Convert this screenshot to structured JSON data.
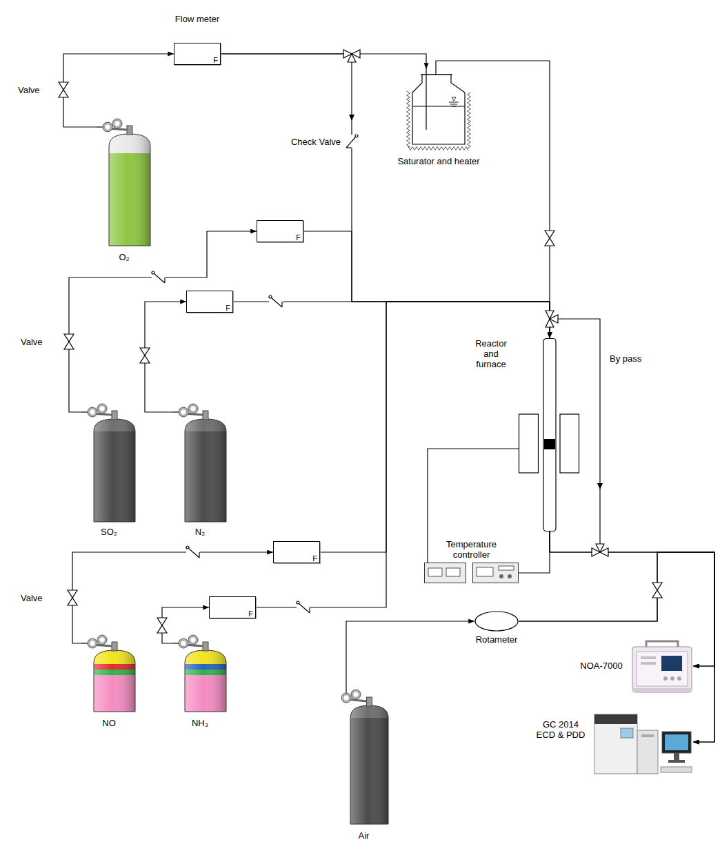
{
  "diagram": {
    "nodes": [
      {
        "text": [
          "O₂"
        ]
      },
      {
        "text": [
          "F"
        ]
      },
      {
        "text": [
          "Saturator and heater"
        ]
      },
      {
        "text": [
          "F"
        ]
      },
      {
        "text": [
          "F"
        ]
      },
      {
        "text": [
          "SO₂"
        ]
      },
      {
        "text": [
          "N₂"
        ]
      },
      {
        "text": [
          "Reactor and furnace"
        ]
      },
      {
        "text": [
          "F"
        ]
      },
      {
        "text": [
          "F"
        ]
      },
      {
        "text": [
          "Temperature controller"
        ]
      },
      {
        "text": [
          "Rotameter"
        ]
      },
      {
        "text": [
          "NOA-7000"
        ]
      },
      {
        "text": [
          "GC 2014 ECD & PDD"
        ]
      },
      {
        "text": [
          "NO"
        ]
      },
      {
        "text": [
          "NH₃"
        ]
      },
      {
        "text": [
          "Air"
        ]
      }
    ],
    "edges": [
      {
        "from": 0,
        "to": 1,
        "arrow": "to"
      },
      {
        "from": 1,
        "to": 2,
        "arrow": "to"
      },
      {
        "from": 1,
        "to": 7,
        "arrow": "to"
      },
      {
        "from": 2,
        "to": 7,
        "arrow": "to"
      },
      {
        "from": 5,
        "to": 3,
        "arrow": "to"
      },
      {
        "from": 3,
        "to": 7,
        "arrow": "to"
      },
      {
        "from": 6,
        "to": 4,
        "arrow": "to"
      },
      {
        "from": 4,
        "to": 7,
        "arrow": "to"
      },
      {
        "from": 14,
        "to": 8,
        "arrow": "to"
      },
      {
        "from": 8,
        "to": 7,
        "arrow": "to"
      },
      {
        "from": 15,
        "to": 9,
        "arrow": "to"
      },
      {
        "from": 9,
        "to": 7,
        "arrow": "to"
      },
      {
        "from": 10,
        "to": 7,
        "arrow": "none"
      },
      {
        "from": 10,
        "to": 7,
        "arrow": "none"
      },
      {
        "from": 7,
        "to": 12,
        "arrow": "to"
      },
      {
        "from": 7,
        "to": 13,
        "arrow": "to"
      },
      {
        "from": 16,
        "to": 11,
        "arrow": "to"
      },
      {
        "from": 11,
        "to": 12,
        "arrow": "to"
      },
      {
        "from": 11,
        "to": 13,
        "arrow": "to"
      }
    ],
    "labels": [
      "Flow meter",
      "Valve",
      "Check Valve",
      "Valve",
      "Valve",
      "By pass"
    ]
  }
}
